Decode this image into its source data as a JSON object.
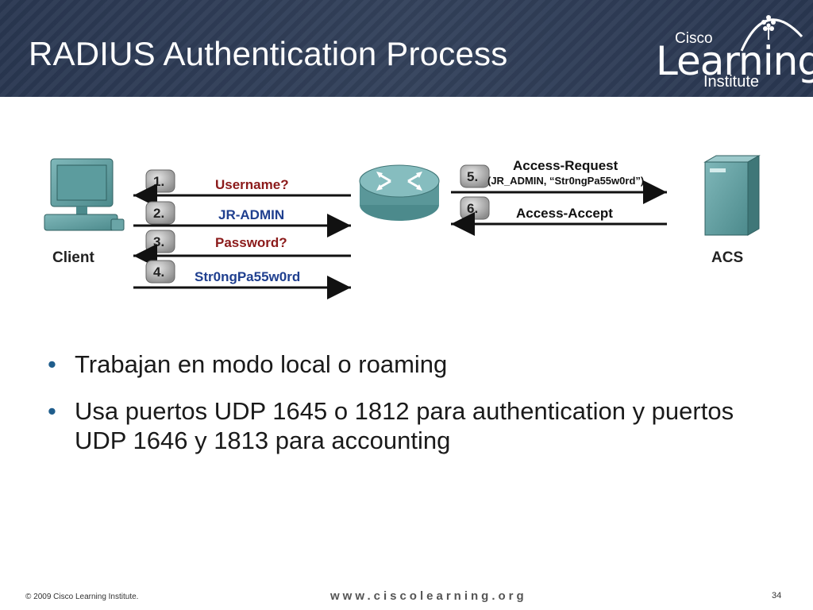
{
  "slide": {
    "title": "RADIUS Authentication Process",
    "page_number": "34"
  },
  "logo": {
    "brand_small": "Cisco",
    "brand_big": "Learning",
    "brand_sub": "Institute"
  },
  "diagram": {
    "client_label": "Client",
    "acs_label": "ACS",
    "steps": [
      {
        "num": "1.",
        "text": "Username?",
        "direction": "to-client",
        "color": "#8b1a1a"
      },
      {
        "num": "2.",
        "text": "JR-ADMIN",
        "direction": "to-router",
        "color": "#1f3f8f"
      },
      {
        "num": "3.",
        "text": "Password?",
        "direction": "to-client",
        "color": "#8b1a1a"
      },
      {
        "num": "4.",
        "text": "Str0ngPa55w0rd",
        "direction": "to-router",
        "color": "#1f3f8f"
      },
      {
        "num": "5.",
        "text": "Access-Request",
        "subtext": "(JR_ADMIN, “Str0ngPa55w0rd”)",
        "direction": "to-acs",
        "color": "#111111"
      },
      {
        "num": "6.",
        "text": "Access-Accept",
        "direction": "to-router",
        "color": "#111111"
      }
    ]
  },
  "bullets": [
    "Trabajan en modo local o roaming",
    "Usa puertos UDP 1645 o 1812 para  authentication y puertos UDP  1646 y 1813 para accounting"
  ],
  "footer": {
    "copyright": "© 2009 Cisco Learning Institute.",
    "url": "www.ciscolearning.org"
  },
  "colors": {
    "header_bg": "#2b3a55",
    "device_teal": "#5f9ea0",
    "bullet": "#1f5d8c"
  }
}
